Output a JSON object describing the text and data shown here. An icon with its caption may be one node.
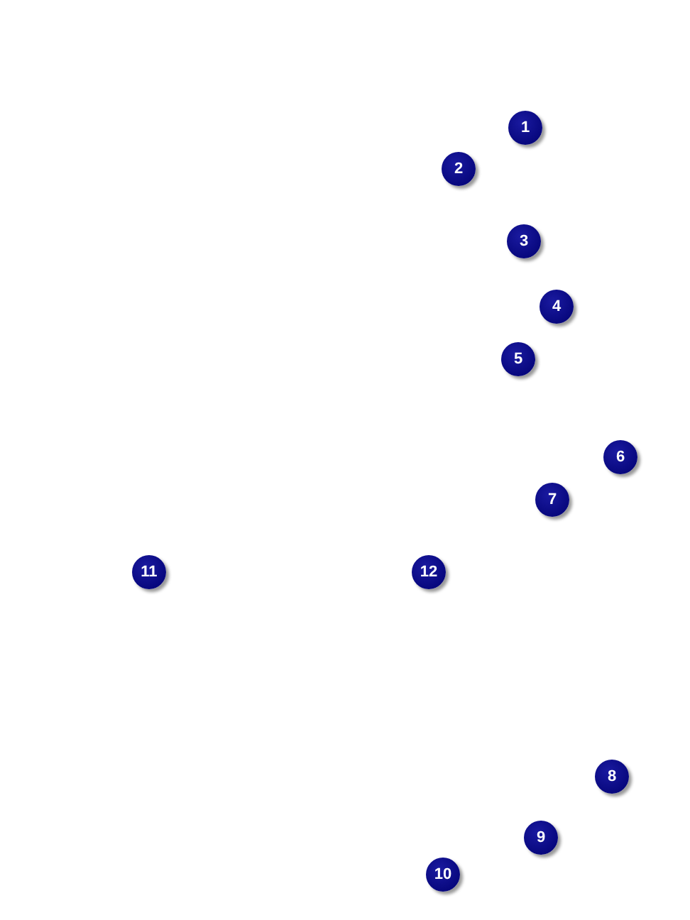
{
  "diagram": {
    "labels": [
      "1",
      "2",
      "3",
      "4",
      "5",
      "6",
      "7",
      "11",
      "12",
      "8",
      "9",
      "10"
    ]
  }
}
